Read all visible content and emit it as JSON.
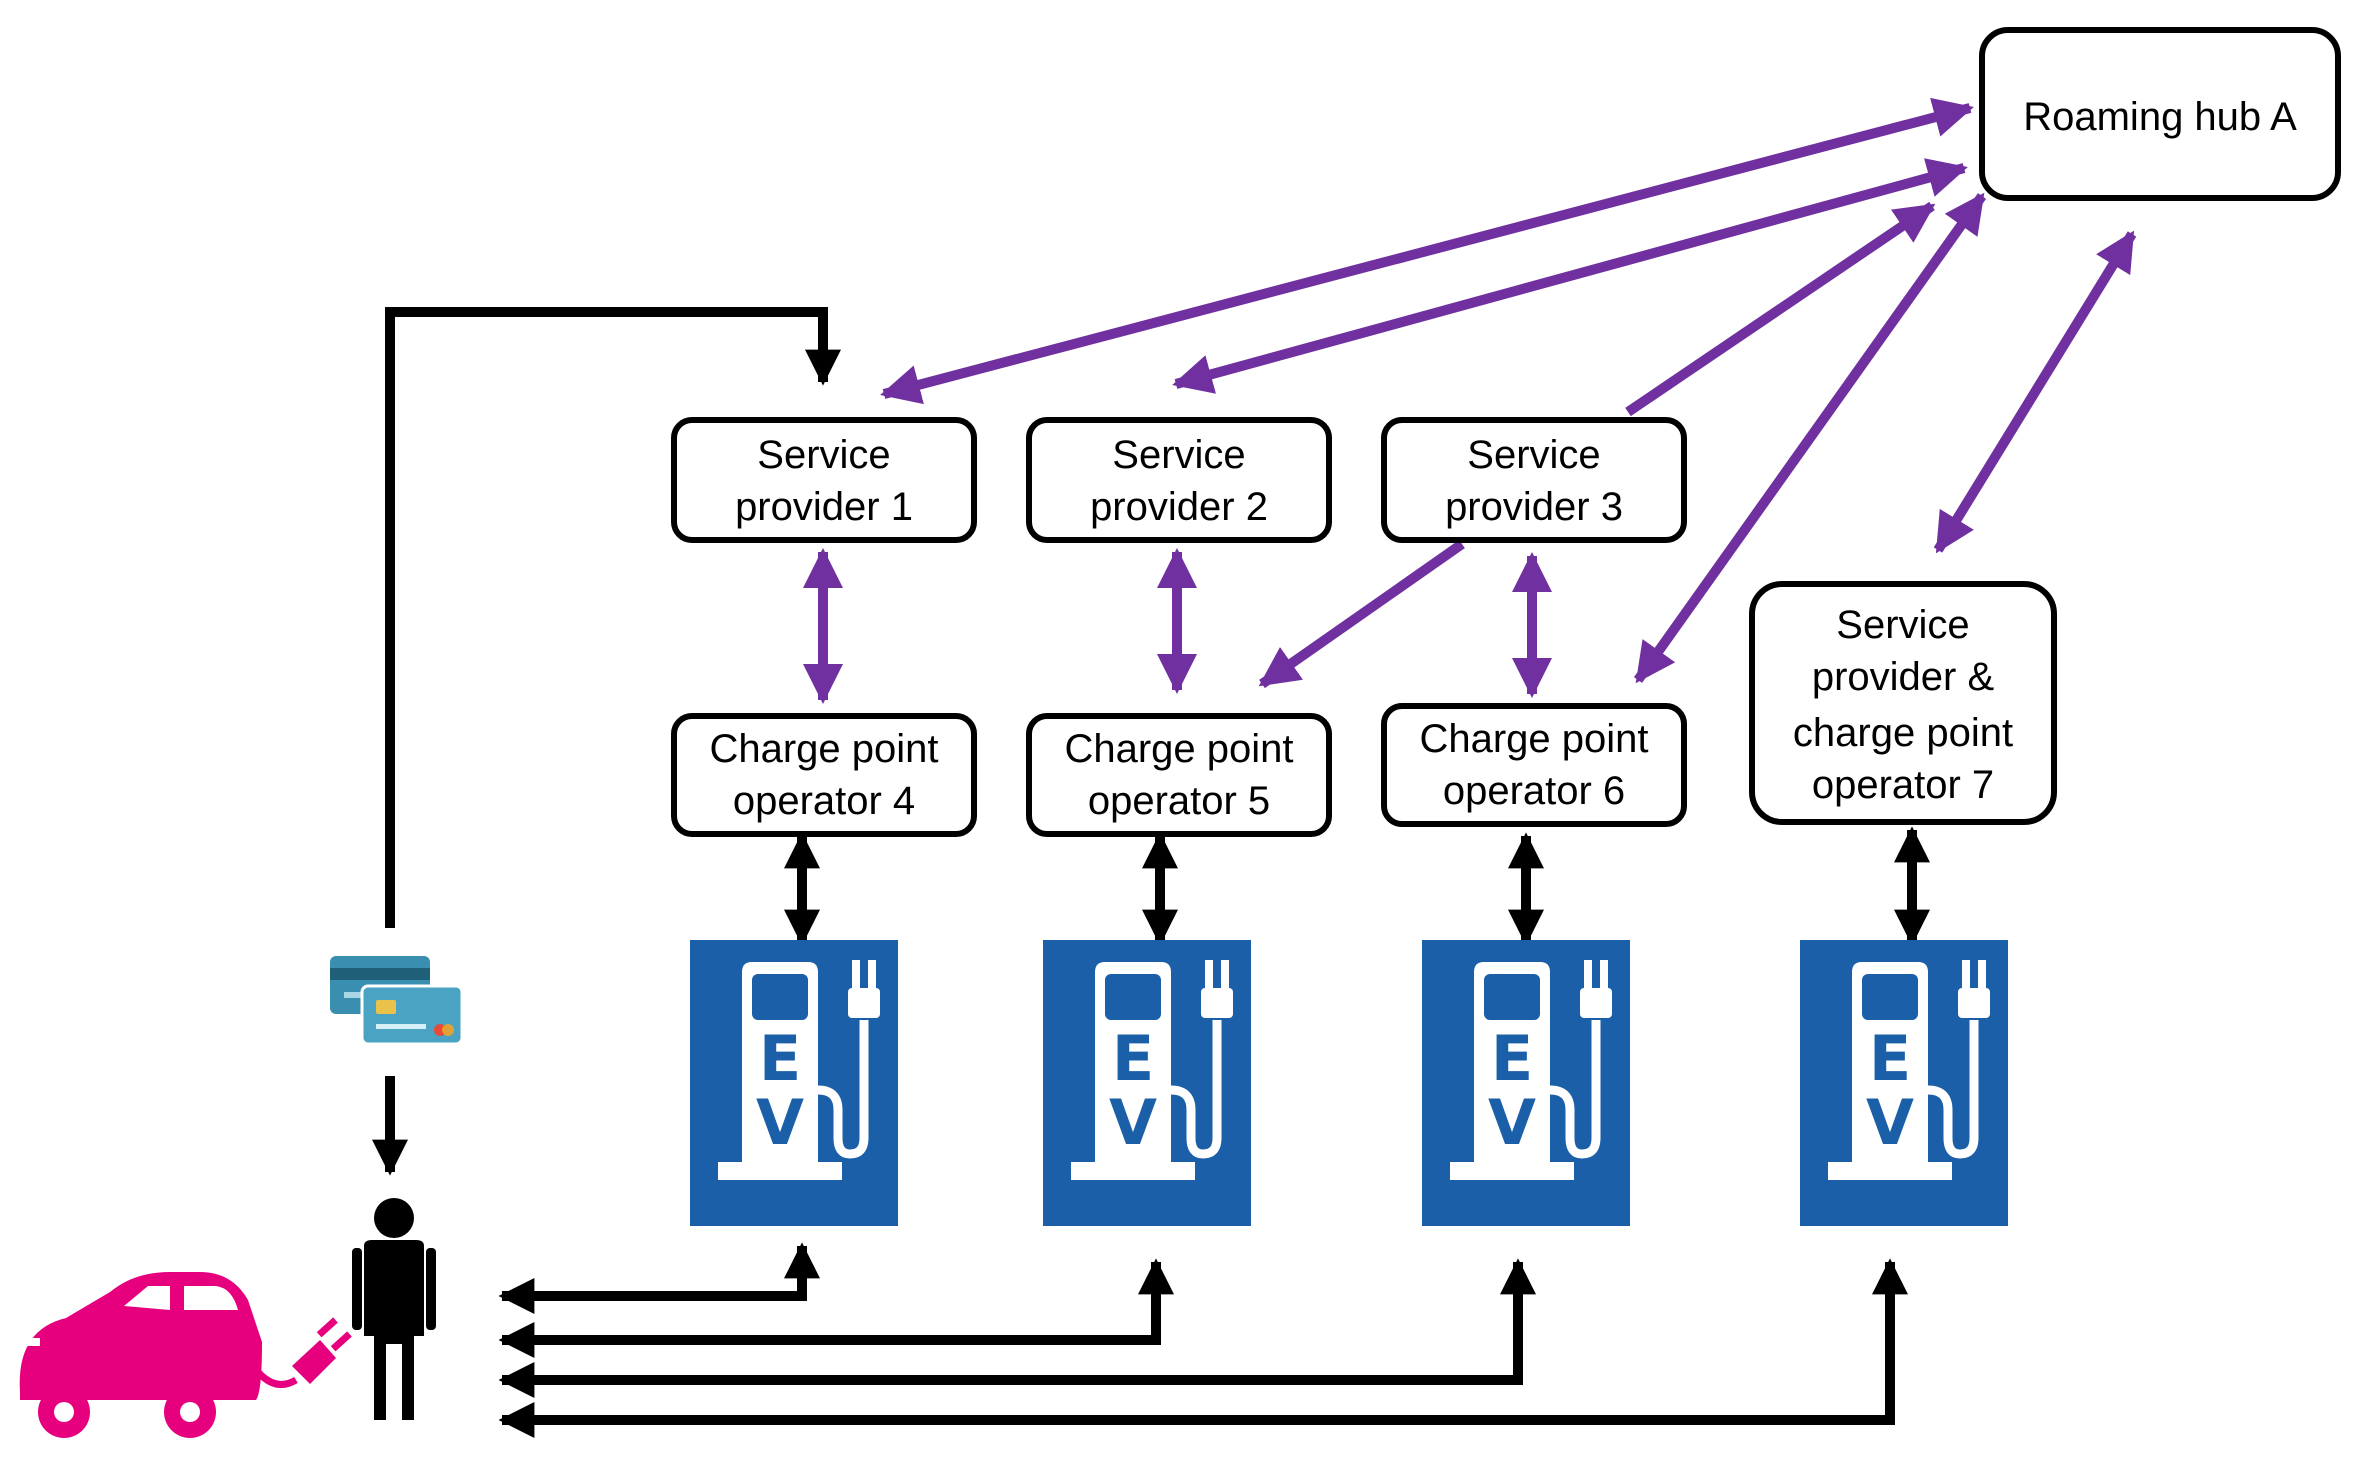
{
  "hub": {
    "label": "Roaming hub A"
  },
  "service_providers": [
    {
      "lines": [
        "Service",
        "provider 1"
      ]
    },
    {
      "lines": [
        "Service",
        "provider 2"
      ]
    },
    {
      "lines": [
        "Service",
        "provider 3"
      ]
    }
  ],
  "operators": [
    {
      "lines": [
        "Charge point",
        "operator 4"
      ]
    },
    {
      "lines": [
        "Charge point",
        "operator 5"
      ]
    },
    {
      "lines": [
        "Charge point",
        "operator 6"
      ]
    }
  ],
  "combined": {
    "lines": [
      "Service",
      "provider &",
      "charge point",
      "operator 7"
    ]
  },
  "charger": {
    "letter_top": "E",
    "letter_bottom": "V"
  },
  "colors": {
    "purple_arrow": "#7030a0",
    "black_arrow": "#000000",
    "charger_blue": "#1b5fa8",
    "car_pink": "#e6007e",
    "card_teal": "#3a8fb0"
  },
  "icons": [
    "car-icon",
    "plug-icon",
    "person-icon",
    "credit-card-icon",
    "ev-charger-icon"
  ]
}
